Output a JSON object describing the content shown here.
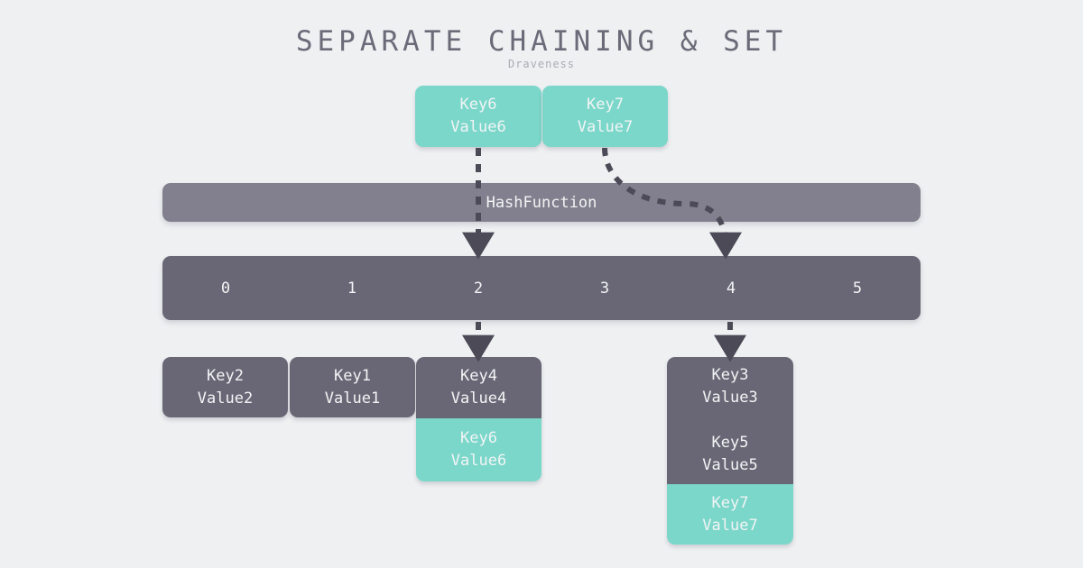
{
  "header": {
    "title": "SEPARATE CHAINING & SET",
    "subtitle": "Draveness"
  },
  "colors": {
    "background": "#eff0f2",
    "teal": "#7ad7ca",
    "gray": "#696775",
    "bar_light": "#82808e",
    "title_text": "#6b6a78",
    "subtitle_text": "#a7adb4",
    "box_text": "#f2f4f5",
    "arrow": "#4c4a57"
  },
  "incoming": {
    "items": [
      {
        "key": "Key6",
        "value": "Value6",
        "label": "Key6\nValue6",
        "target_bucket": "2"
      },
      {
        "key": "Key7",
        "value": "Value7",
        "label": "Key7\nValue7",
        "target_bucket": "4"
      }
    ]
  },
  "hash_function": {
    "label": "HashFunction"
  },
  "bucket_array": {
    "indices": [
      "0",
      "1",
      "2",
      "3",
      "4",
      "5"
    ]
  },
  "chains": [
    {
      "bucket": "0",
      "nodes": [
        {
          "key": "Key2",
          "value": "Value2",
          "label": "Key2\nValue2",
          "state": "existing"
        }
      ]
    },
    {
      "bucket": "1",
      "nodes": [
        {
          "key": "Key1",
          "value": "Value1",
          "label": "Key1\nValue1",
          "state": "existing"
        }
      ]
    },
    {
      "bucket": "2",
      "nodes": [
        {
          "key": "Key4",
          "value": "Value4",
          "label": "Key4\nValue4",
          "state": "existing"
        },
        {
          "key": "Key6",
          "value": "Value6",
          "label": "Key6\nValue6",
          "state": "inserted"
        }
      ]
    },
    {
      "bucket": "4",
      "nodes": [
        {
          "key": "Key3",
          "value": "Value3",
          "label": "Key3\nValue3\n\nKey5\nValue5",
          "state": "existing"
        },
        {
          "key": "Key7",
          "value": "Value7",
          "label": "Key7\nValue7",
          "state": "inserted"
        }
      ]
    }
  ],
  "arrows": {
    "hash_to_bucket": [
      {
        "from": "Key6",
        "to_bucket": "2",
        "style": "dashed-straight"
      },
      {
        "from": "Key7",
        "to_bucket": "4",
        "style": "dashed-curved"
      }
    ],
    "bucket_to_chain": [
      {
        "bucket": "2",
        "style": "dashed-straight"
      },
      {
        "bucket": "4",
        "style": "dashed-straight"
      }
    ]
  }
}
